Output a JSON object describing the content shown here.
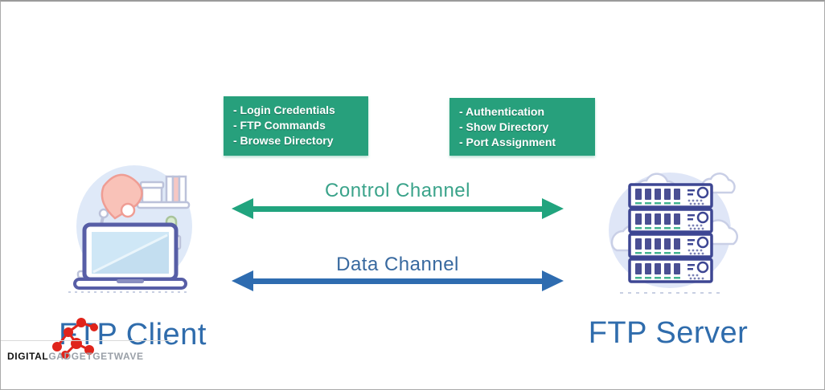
{
  "page": {
    "bg": "#ffffff"
  },
  "colors": {
    "page_bg": "#ffffff",
    "box_green": "#27a07c",
    "box_text": "#ffffff",
    "control_green": "#21a47e",
    "control_label": "#3aa38a",
    "data_blue": "#2e6cb0",
    "data_label": "#38699f",
    "title_blue": "#2f6cac",
    "watermark_dark": "#121212",
    "watermark_gray": "#9aa0a8",
    "logo_red": "#e0241b"
  },
  "client_message_box": {
    "lines": [
      "- Login Credentials",
      "- FTP Commands",
      "- Browse Directory"
    ]
  },
  "server_message_box": {
    "lines": [
      "- Authentication",
      "- Show Directory",
      "- Port Assignment"
    ]
  },
  "channels": [
    {
      "label": "Control Channel"
    },
    {
      "label": "Data Channel"
    }
  ],
  "endpoints": {
    "client": "FTP Client",
    "server": "FTP Server"
  },
  "watermark": {
    "brand_bold": "DIGITAL",
    "brand_light": "GADGETGETWAVE"
  },
  "icons": {
    "client": "laptop-workspace-icon",
    "server": "server-rack-icon",
    "logo": "molecule-network-icon"
  }
}
